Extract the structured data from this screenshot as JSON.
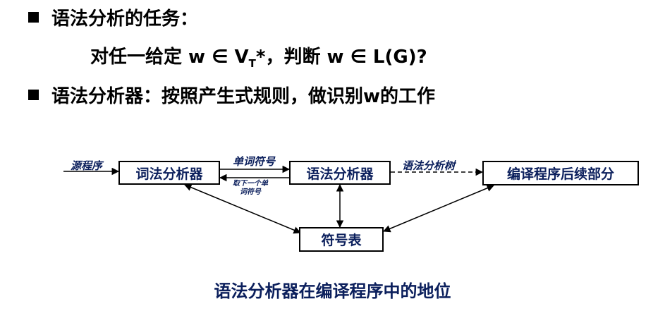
{
  "bullets": {
    "item1": "语法分析的任务：",
    "sub_prefix": "对任一给定 w ∈ V",
    "sub_subscript": "T",
    "sub_suffix": "*，判断 w ∈ L(G)?",
    "item2": "语法分析器：按照产生式规则，做识别w的工作"
  },
  "diagram": {
    "input_label": "源程序",
    "lexer": "词法分析器",
    "parser": "语法分析器",
    "backend": "编译程序后续部分",
    "symtab": "符号表",
    "token_label": "单词符号",
    "next_label_1": "取下一个单",
    "next_label_2": "词符号",
    "tree_label": "语法分析树"
  },
  "caption": "语法分析器在编译程序中的地位",
  "colors": {
    "accent": "#0b1f5c",
    "text": "#000000"
  }
}
